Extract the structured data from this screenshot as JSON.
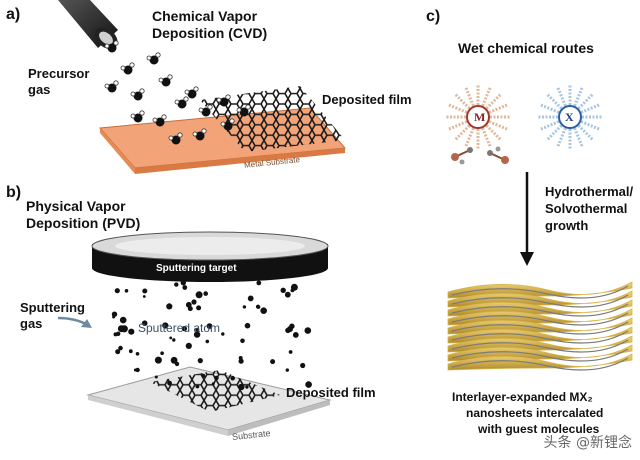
{
  "panels": {
    "a": {
      "letter": "a)",
      "title_line1": "Chemical Vapor",
      "title_line2": "Deposition (CVD)",
      "precursor_line1": "Precursor",
      "precursor_line2": "gas",
      "deposited_film": "Deposited film",
      "substrate": "Metal Substrate",
      "substrate_color": "#f2a478"
    },
    "b": {
      "letter": "b)",
      "title_line1": "Physical Vapor",
      "title_line2": "Deposition (PVD)",
      "target": "Sputtering target",
      "gas_line1": "Sputtering",
      "gas_line2": "gas",
      "atom": "Sputtered atom",
      "deposited_film": "Deposited film",
      "substrate": "Substrate",
      "substrate_color": "#dcdcdc"
    },
    "c": {
      "letter": "c)",
      "title": "Wet chemical routes",
      "metal": "M",
      "chalcogen": "X",
      "process_line1": "Hydrothermal/",
      "process_line2": "Solvothermal",
      "process_line3": "growth",
      "product_line1": "Interlayer-expanded MX₂",
      "product_line2": "nanosheets intercalated",
      "product_line3": "with guest molecules",
      "sheet_color": "#d8b44a"
    }
  },
  "watermark": "头条 @新锂念",
  "icons": {
    "gas_nozzle": "nozzle-icon",
    "arrow": "arrow-down-icon"
  }
}
